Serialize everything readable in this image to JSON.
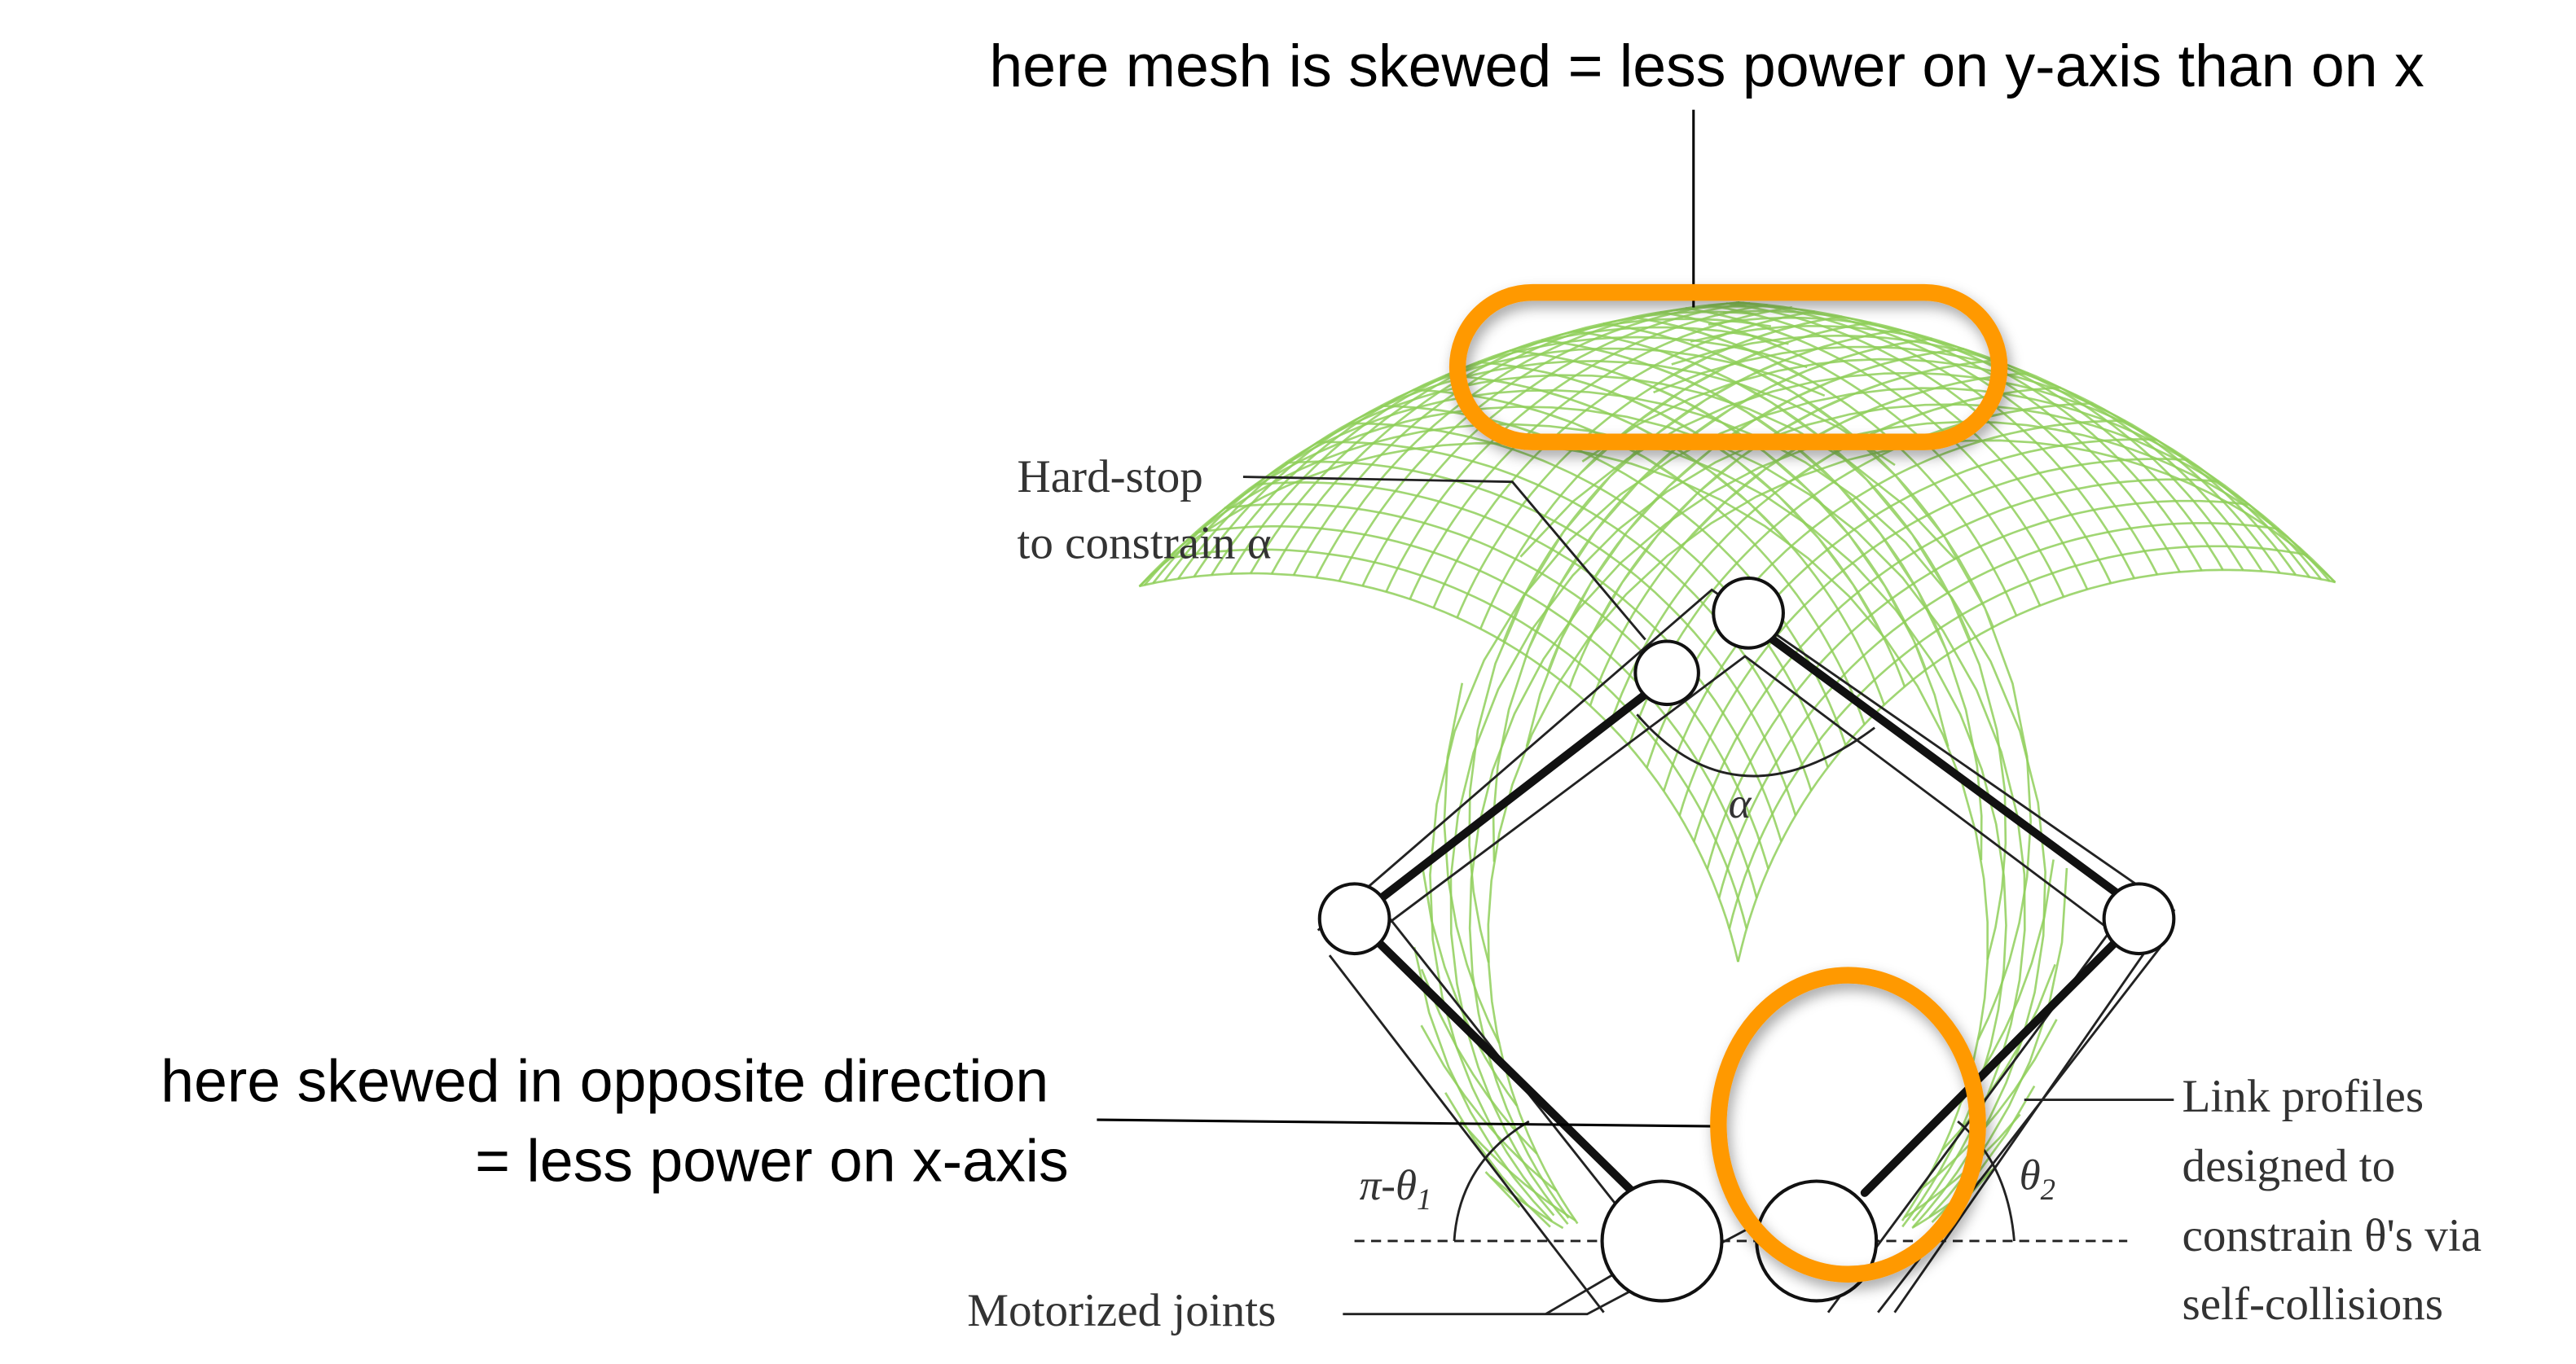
{
  "annotations": {
    "top_note": "here mesh is skewed = less power on y-axis than on x",
    "left_note_line1": "here skewed in opposite direction",
    "left_note_line2": "= less power on x-axis"
  },
  "figure_labels": {
    "hard_stop_line1": "Hard-stop",
    "hard_stop_line2": "to constrain α",
    "alpha": "α",
    "pi_theta1": "π-θ",
    "pi_theta1_sub": "1",
    "theta2": "θ",
    "theta2_sub": "2",
    "motorized_joints": "Motorized joints",
    "link_profiles": [
      "Link profiles",
      "designed to",
      "constrain θ's via",
      "self-collisions"
    ]
  },
  "colors": {
    "highlight": "#ff9900",
    "mesh": "#8fcf5a"
  }
}
